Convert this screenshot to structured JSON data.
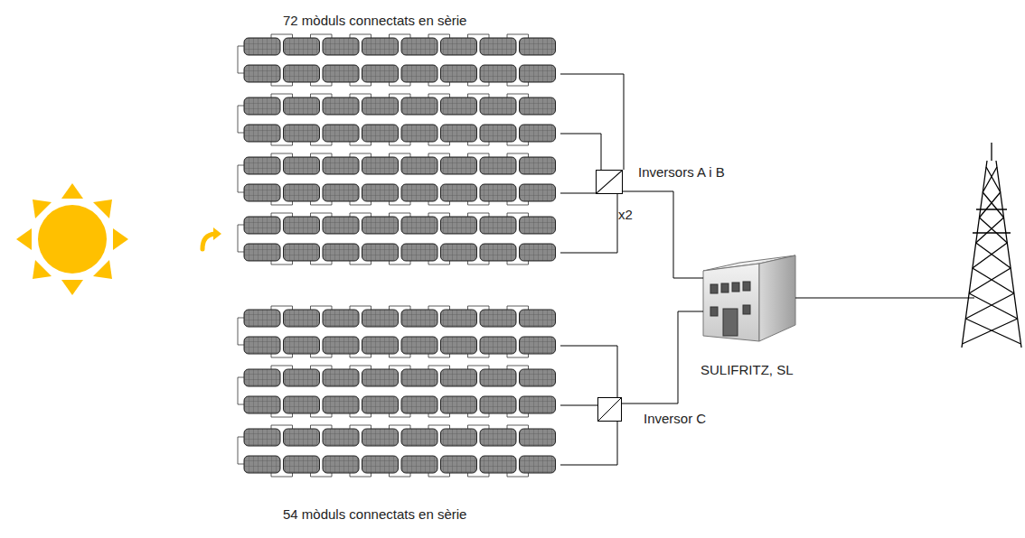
{
  "diagram": {
    "nodes": [
      {
        "text": [
          "72 mòduls connectats en sèrie"
        ]
      },
      {
        "text": [
          "Inversors A i B",
          "x2"
        ]
      },
      {
        "text": [
          "54 mòduls connectats en sèrie"
        ]
      },
      {
        "text": [
          "Inversor C"
        ]
      },
      {
        "text": [
          "SULIFRITZ, SL"
        ]
      }
    ],
    "edges": [
      {
        "from": 0,
        "to": 1,
        "arrow": "none"
      },
      {
        "from": 1,
        "to": 4,
        "arrow": "none"
      },
      {
        "from": 2,
        "to": 3,
        "arrow": "none"
      },
      {
        "from": 3,
        "to": 4,
        "arrow": "none"
      }
    ]
  }
}
